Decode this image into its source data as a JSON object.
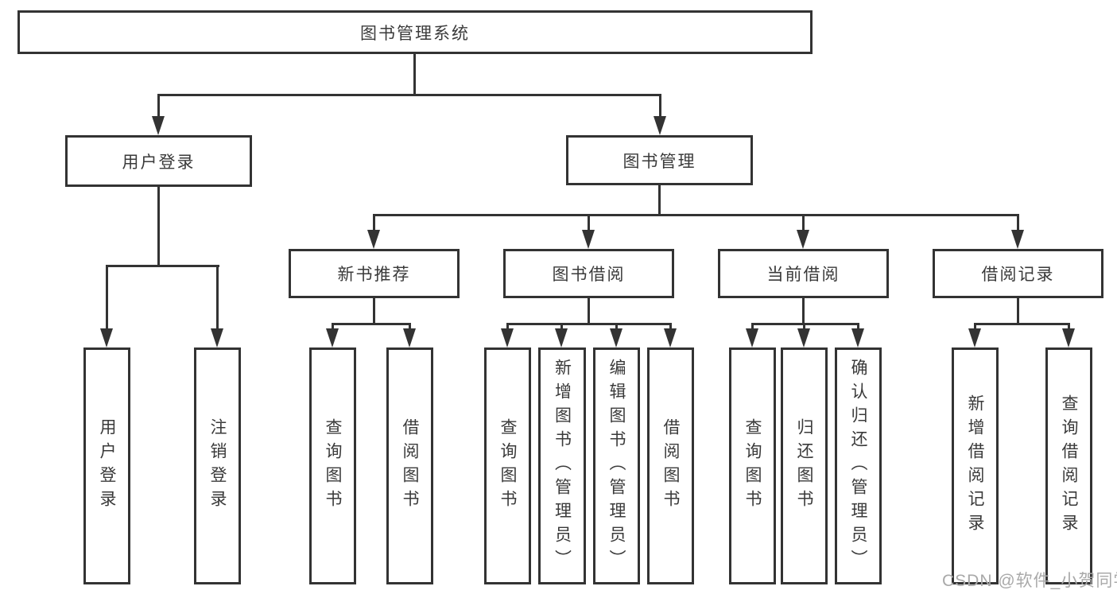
{
  "root": "图书管理系统",
  "user_login": {
    "label": "用户登录",
    "leaves": [
      "用户登录",
      "注销登录"
    ]
  },
  "book_mgmt": {
    "label": "图书管理",
    "sections": [
      {
        "label": "新书推荐",
        "leaves": [
          "查询图书",
          "借阅图书"
        ]
      },
      {
        "label": "图书借阅",
        "leaves": [
          "查询图书",
          "新增图书（管理员）",
          "编辑图书（管理员）",
          "借阅图书"
        ]
      },
      {
        "label": "当前借阅",
        "leaves": [
          "查询图书",
          "归还图书",
          "确认归还（管理员）"
        ]
      },
      {
        "label": "借阅记录",
        "leaves": [
          "新增借阅记录",
          "查询借阅记录"
        ]
      }
    ]
  },
  "watermark": "CSDN @软件_小贺同学",
  "colors": {
    "line": "#333333",
    "box_background": "#ffffff",
    "text": "#3a3a3a",
    "watermark": "#a9a9a9"
  }
}
